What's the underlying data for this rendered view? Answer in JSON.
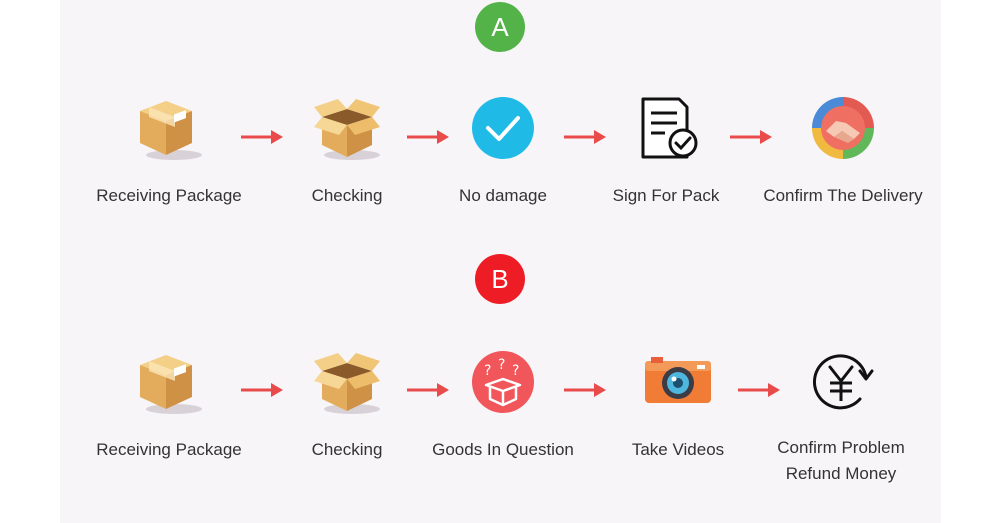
{
  "flows": [
    {
      "badge": "A",
      "badge_color": "#54b348",
      "steps": [
        {
          "label": "Receiving Package",
          "icon": "closed-box-icon"
        },
        {
          "label": "Checking",
          "icon": "open-box-icon"
        },
        {
          "label": "No damage",
          "icon": "checkmark-circle-icon"
        },
        {
          "label": "Sign For Pack",
          "icon": "signed-document-icon"
        },
        {
          "label": "Confirm The Delivery",
          "icon": "handshake-icon"
        }
      ]
    },
    {
      "badge": "B",
      "badge_color": "#ee1c24",
      "steps": [
        {
          "label": "Receiving Package",
          "icon": "closed-box-icon"
        },
        {
          "label": "Checking",
          "icon": "open-box-icon"
        },
        {
          "label": "Goods In Question",
          "icon": "question-box-icon"
        },
        {
          "label": "Take Videos",
          "icon": "camera-icon"
        },
        {
          "label_line1": "Confirm Problem",
          "label_line2": "Refund Money",
          "icon": "yuan-refund-icon"
        }
      ]
    }
  ],
  "colors": {
    "arrow": "#e94b4b",
    "text": "#333333",
    "panel": "#f7f5f8"
  }
}
